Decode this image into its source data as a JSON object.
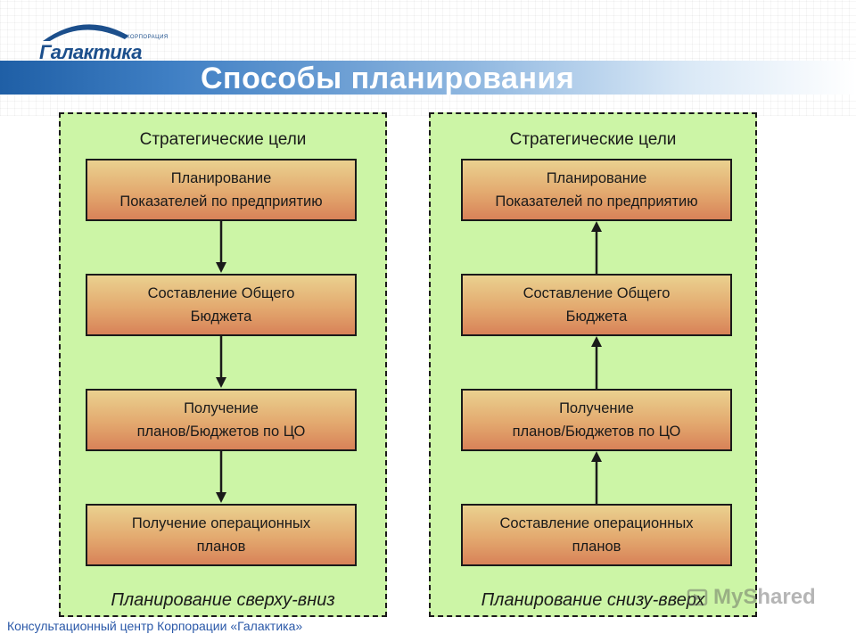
{
  "logo": {
    "corporation_label": "КОРПОРАЦИЯ",
    "brand": "Галактика",
    "brand_color": "#1c4f8c"
  },
  "header": {
    "title": "Способы планирования",
    "bar_color": "#1f5fa6"
  },
  "panels": [
    {
      "goal": "Стратегические цели",
      "direction": "down",
      "steps": [
        "Планирование\nПоказателей по предприятию",
        "Составление Общего\nБюджета",
        "Получение\nпланов/Бюджетов по ЦО",
        "Получение операционных\nпланов"
      ],
      "caption": "Планирование сверху-вниз"
    },
    {
      "goal": "Стратегические цели",
      "direction": "up",
      "steps": [
        "Планирование\nПоказателей по предприятию",
        "Составление Общего\nБюджета",
        "Получение\nпланов/Бюджетов по ЦО",
        "Составление операционных\nпланов"
      ],
      "caption": "Планирование снизу-вверх"
    }
  ],
  "colors": {
    "panel_bg": "#ccf5a6",
    "step_gradient_top": "#ead18f",
    "step_gradient_bottom": "#d88258"
  },
  "footer": {
    "text": "Консультационный центр Корпорации «Галактика»"
  },
  "watermark": {
    "text": "MyShared"
  }
}
